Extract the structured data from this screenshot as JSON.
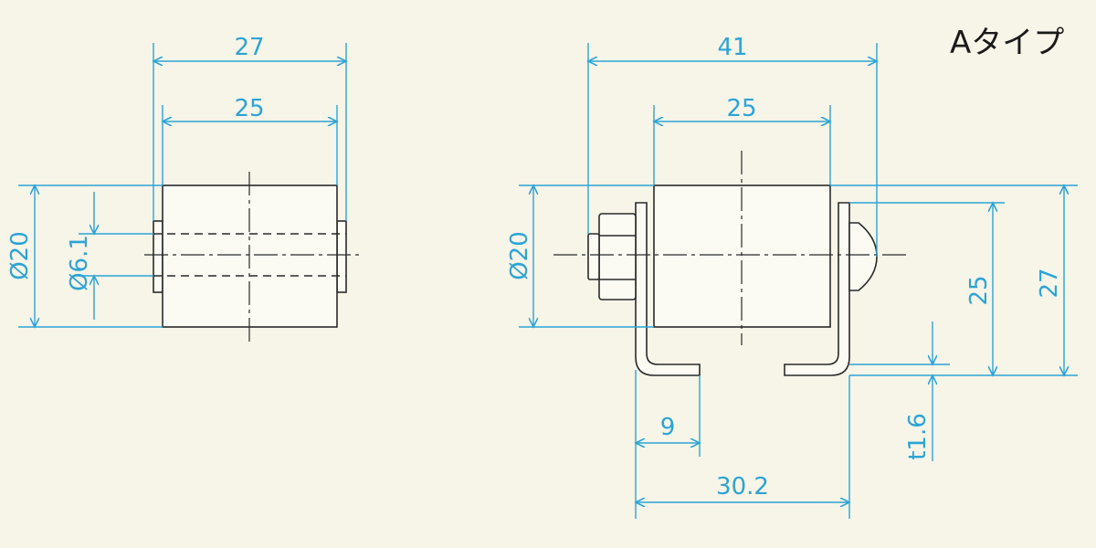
{
  "title": "Aタイプ",
  "colors": {
    "dimension": "#2ba4d6",
    "outline": "#2a2a2a",
    "background": "#f7f4e8"
  },
  "left_view": {
    "overall_width": "27",
    "roller_width": "25",
    "roller_diameter": "Ø20",
    "bore_diameter": "Ø6.1"
  },
  "right_view": {
    "overall_width": "41",
    "roller_width": "25",
    "roller_diameter": "Ø20",
    "mount_height": "25",
    "overall_height": "27",
    "thickness": "t1.6",
    "flange_length": "9",
    "base_span": "30.2"
  }
}
